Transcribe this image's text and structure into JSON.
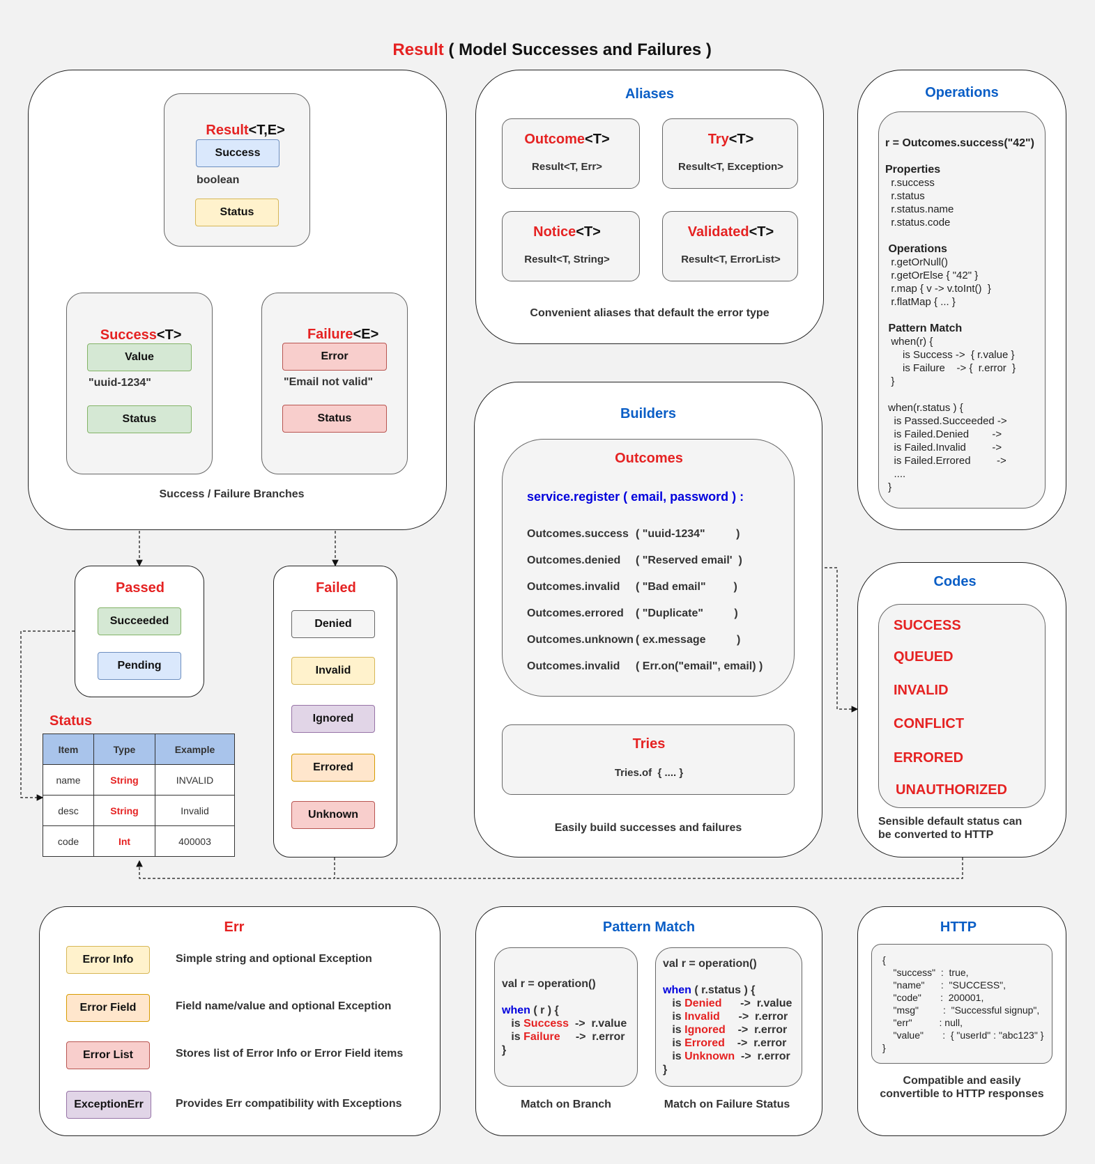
{
  "title": {
    "red": "Result",
    "rest": " ( Model Successes and Failures )"
  },
  "result_panel": {
    "result_box": {
      "name_red": "Result",
      "name_rest": "<T,E>",
      "success": "Success",
      "boolean": "boolean",
      "status": "Status"
    },
    "success_box": {
      "name_red": "Success",
      "name_rest": "<T>",
      "value": "Value",
      "value_example": "\"uuid-1234\"",
      "status": "Status"
    },
    "failure_box": {
      "name_red": "Failure",
      "name_rest": "<E>",
      "error": "Error",
      "error_example": "\"Email not valid\"",
      "status": "Status"
    },
    "caption": "Success / Failure Branches"
  },
  "aliases": {
    "title": "Aliases",
    "items": [
      {
        "red": "Outcome",
        "rest": "<T>",
        "desc": "Result<T, Err>"
      },
      {
        "red": "Try",
        "rest": "<T>",
        "desc": "Result<T, Exception>"
      },
      {
        "red": "Notice",
        "rest": "<T>",
        "desc": "Result<T, String>"
      },
      {
        "red": "Validated",
        "rest": "<T>",
        "desc": "Result<T, ErrorList>"
      }
    ],
    "caption": "Convenient aliases that default the error type"
  },
  "operations": {
    "title": "Operations",
    "lines": [
      "r = Outcomes.success(\"42\")",
      "",
      "Properties",
      "  r.success",
      "  r.status",
      "  r.status.name",
      "  r.status.code",
      "",
      " Operations",
      "  r.getOrNull()",
      "  r.getOrElse { \"42\" }",
      "  r.map { v -> v.toInt()  }",
      "  r.flatMap { ... }",
      "",
      " Pattern Match",
      "  when(r) {",
      "      is Success ->  { r.value }",
      "      is Failure    -> {  r.error  }",
      "  }",
      "",
      " when(r.status ) {",
      "   is Passed.Succeeded ->",
      "   is Failed.Denied        ->",
      "   is Failed.Invalid         ->",
      "   is Failed.Errored         ->",
      "   ....",
      " }"
    ]
  },
  "builders": {
    "title": "Builders",
    "outcomes_title": "Outcomes",
    "signature": "service.register ( email, password ) :",
    "calls": [
      {
        "fn": "Outcomes.success",
        "arg": "( \"uuid-1234\"          )"
      },
      {
        "fn": "Outcomes.denied",
        "arg": "( \"Reserved email'  )"
      },
      {
        "fn": "Outcomes.invalid",
        "arg": "( \"Bad email\"         )"
      },
      {
        "fn": "Outcomes.errored",
        "arg": "( \"Duplicate\"          )"
      },
      {
        "fn": "Outcomes.unknown",
        "arg": "( ex.message          )"
      },
      {
        "fn": "Outcomes.invalid",
        "arg": "( Err.on(\"email\", email) )"
      }
    ],
    "tries_title": "Tries",
    "tries_code": "Tries.of  { .... }",
    "caption": "Easily build successes and failures"
  },
  "codes": {
    "title": "Codes",
    "items": [
      "SUCCESS",
      "QUEUED",
      "INVALID",
      "CONFLICT",
      "ERRORED",
      "UNAUTHORIZED"
    ],
    "caption_1": "Sensible default status can",
    "caption_2": "be converted to HTTP"
  },
  "passed": {
    "title": "Passed",
    "items": [
      "Succeeded",
      "Pending"
    ]
  },
  "failed": {
    "title": "Failed",
    "items": [
      "Denied",
      "Invalid",
      "Ignored",
      "Errored",
      "Unknown"
    ]
  },
  "status_table": {
    "title": "Status",
    "headers": [
      "Item",
      "Type",
      "Example"
    ],
    "rows": [
      [
        "name",
        "String",
        "INVALID"
      ],
      [
        "desc",
        "String",
        "Invalid"
      ],
      [
        "code",
        "Int",
        "400003"
      ]
    ]
  },
  "err": {
    "title": "Err",
    "items": [
      {
        "label": "Error Info",
        "desc": "Simple string and optional Exception"
      },
      {
        "label": "Error Field",
        "desc": "Field name/value and optional Exception"
      },
      {
        "label": "Error List",
        "desc": "Stores list of Error Info or Error Field items"
      },
      {
        "label": "ExceptionErr",
        "desc": "Provides Err compatibility with Exceptions"
      }
    ]
  },
  "pattern_match": {
    "title": "Pattern Match",
    "branch": {
      "decl": "val r = operation()",
      "when": "when",
      "when_rest": " ( r ) {",
      "cases": [
        {
          "pre": "   is ",
          "name": "Success",
          "post": "  ->  r.value"
        },
        {
          "pre": "   is ",
          "name": "Failure",
          "post": "     ->  r.error"
        }
      ],
      "close": "}",
      "caption": "Match on Branch"
    },
    "status": {
      "decl": "val r = operation()",
      "when": "when",
      "when_rest": " ( r.status ) {",
      "cases": [
        {
          "pre": "   is ",
          "name": "Denied",
          "post": "      ->  r.value"
        },
        {
          "pre": "   is ",
          "name": "Invalid",
          "post": "      ->  r.error"
        },
        {
          "pre": "   is ",
          "name": "Ignored",
          "post": "    ->  r.error"
        },
        {
          "pre": "   is ",
          "name": "Errored",
          "post": "    ->  r.error"
        },
        {
          "pre": "   is ",
          "name": "Unknown",
          "post": "  ->  r.error"
        }
      ],
      "close": "}",
      "caption": "Match on Failure Status"
    }
  },
  "http": {
    "title": "HTTP",
    "lines": [
      "{",
      "    \"success\"  :  true,",
      "    \"name\"      :  \"SUCCESS\",",
      "    \"code\"       :  200001,",
      "    \"msg\"         :  \"Successful signup\",",
      "    \"err\"          : null,",
      "    \"value\"       :  { \"userId\" : \"abc123\" }",
      "}"
    ],
    "caption_1": "Compatible and easily",
    "caption_2": "convertible to HTTP responses"
  }
}
